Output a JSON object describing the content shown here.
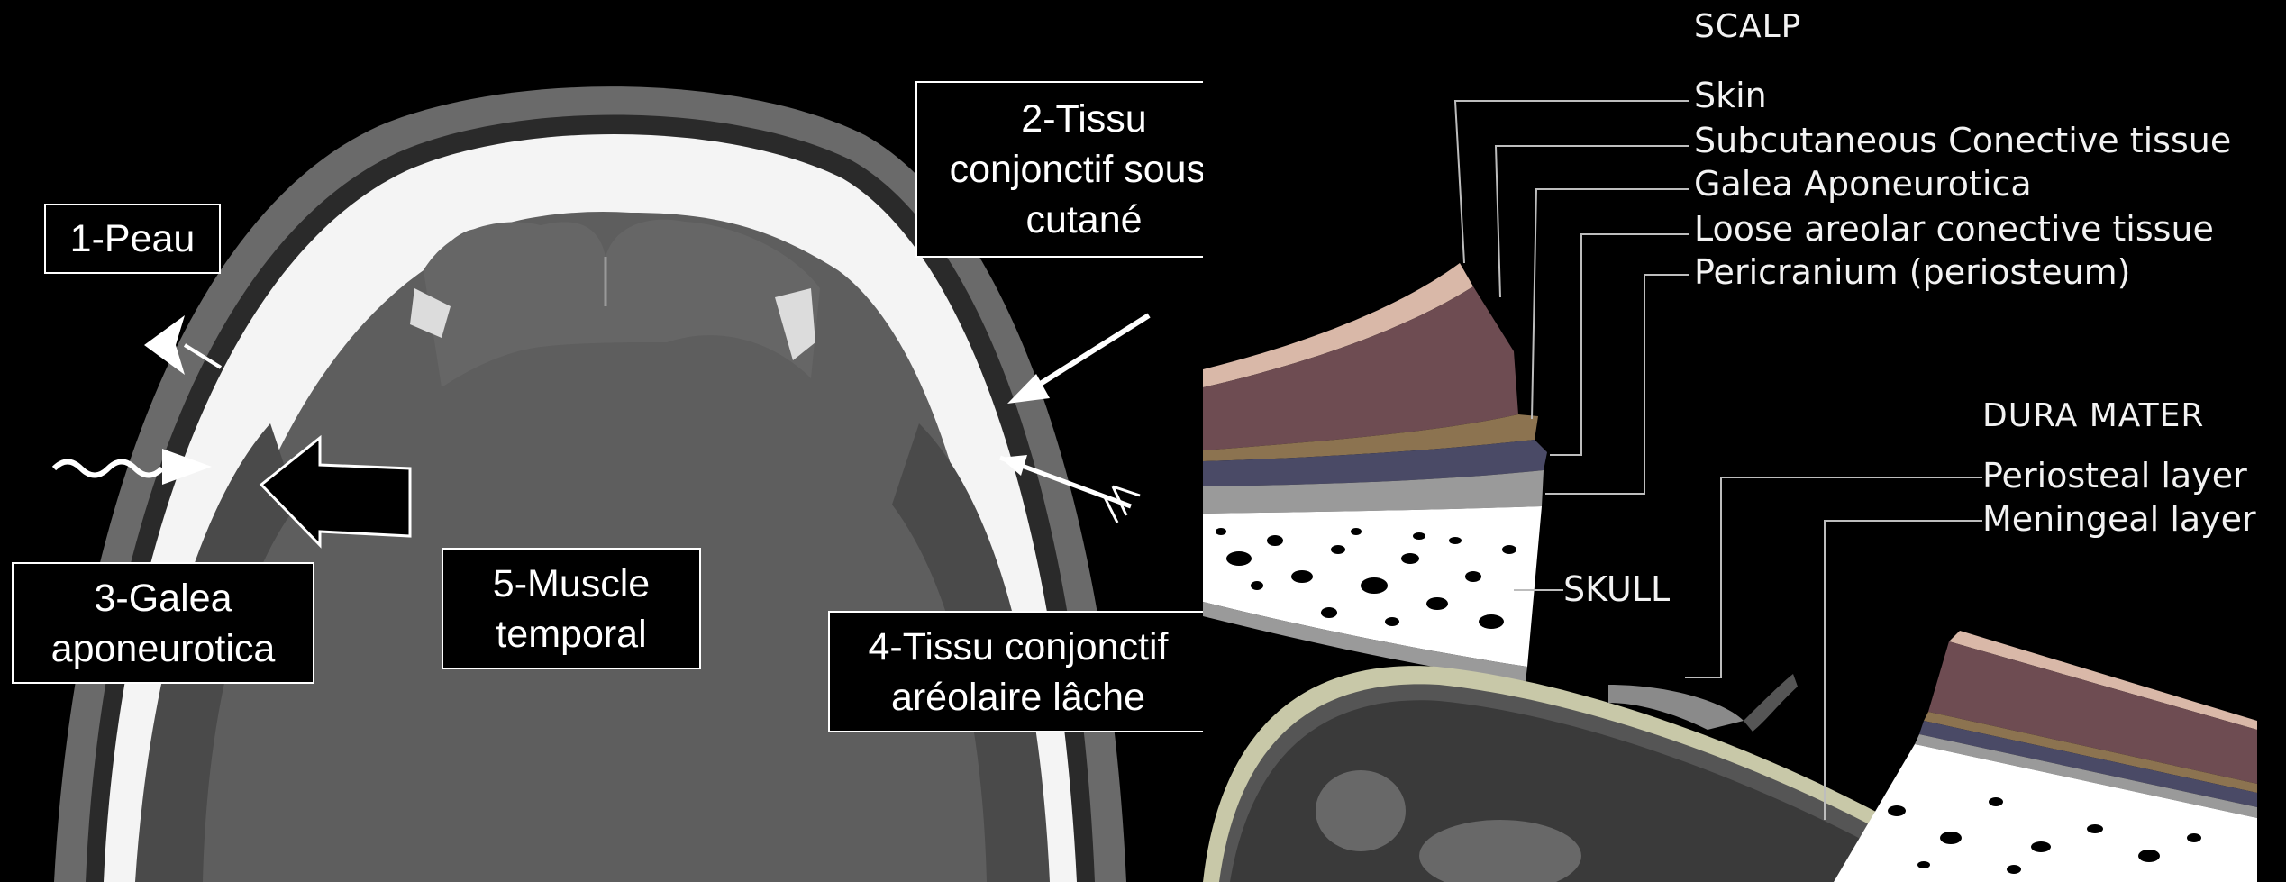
{
  "ct_labels": {
    "peau": "1-Peau",
    "tissu_sous_cutane": "2-Tissu\nconjonctif sous-\ncutané",
    "galea": "3-Galea\naponeurotica",
    "tissu_areolaire": "4-Tissu conjonctif\naréolaire lâche",
    "muscle_temporal": "5-Muscle\ntemporal"
  },
  "diagram_labels": {
    "scalp_heading": "SCALP",
    "skin": "Skin",
    "subcutaneous": "Subcutaneous Conective tissue",
    "galea": "Galea Aponeurotica",
    "loose_areolar": "Loose areolar conective tissue",
    "pericranium": "Pericranium (periosteum)",
    "dura_heading": "DURA MATER",
    "periosteal": "Periosteal layer",
    "meningeal": "Meningeal layer",
    "skull": "SKULL"
  },
  "colors": {
    "skin": "#d9b8a8",
    "subcutaneous": "#6e4c52",
    "galea": "#8c7350",
    "loose_areolar": "#4a4a66",
    "pericranium": "#9a9a9a",
    "bone": "#ffffff",
    "dura": "#c8c8a8",
    "brain": "#3a3a3a"
  }
}
